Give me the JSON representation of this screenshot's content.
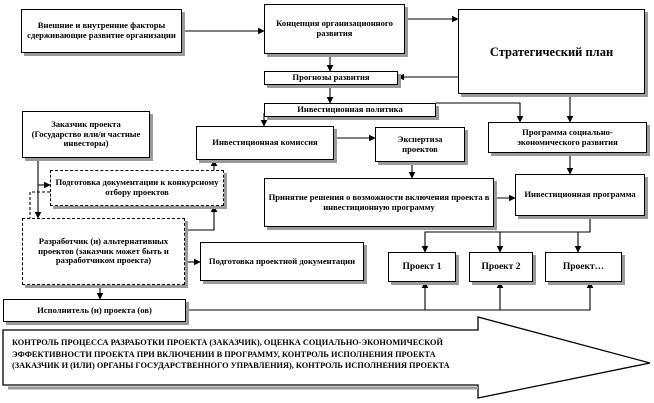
{
  "boxes": {
    "factors": "Внешние и внутренние факторы сдерживающие развитие организации",
    "concept": "Концепция организационного развития",
    "strategic_plan": "Стратегический план",
    "forecasts": "Прогнозы развития",
    "investment_policy": "Инвестиционная политика",
    "customer": "Заказчик проекта (Государство или/и частные инвесторы)",
    "investment_commission": "Инвестиционная комиссия",
    "expertise": "Экспертиза проектов",
    "socio_program": "Программа социально-экономического развития",
    "tender_docs": "Подготовка документации к конкурсному отбору проектов",
    "decision": "Принятие решения о возможности включения проекта в инвестиционную программу",
    "investment_program": "Инвестиционная программа",
    "developer": "Разработчик (и) альтернативных проектов (заказчик может быть и разработчиком проекта)",
    "project_docs": "Подготовка проектной документации",
    "project1": "Проект 1",
    "project2": "Проект 2",
    "project_n": "Проект…",
    "executor": "Исполнитель (и) проекта (ов)"
  },
  "control_arrow": {
    "line1": "КОНТРОЛЬ ПРОЦЕССА РАЗРАБОТКИ ПРОЕКТА (ЗАКАЗЧИК), ОЦЕНКА СОЦИАЛЬНО-ЭКОНОМИЧЕСКОЙ",
    "line2": "ЭФФЕКТИВНОСТИ ПРОЕКТА ПРИ ВКЛЮЧЕНИИ В ПРОГРАММУ, КОНТРОЛЬ ИСПОЛНЕНИЯ ПРОЕКТА",
    "line3": "(ЗАКАЗЧИК И (ИЛИ) ОРГАНЫ ГОСУДАРСТВЕННОГО УПРАВЛЕНИЯ), КОНТРОЛЬ ИСПОЛНЕНИЯ ПРОЕКТА"
  }
}
